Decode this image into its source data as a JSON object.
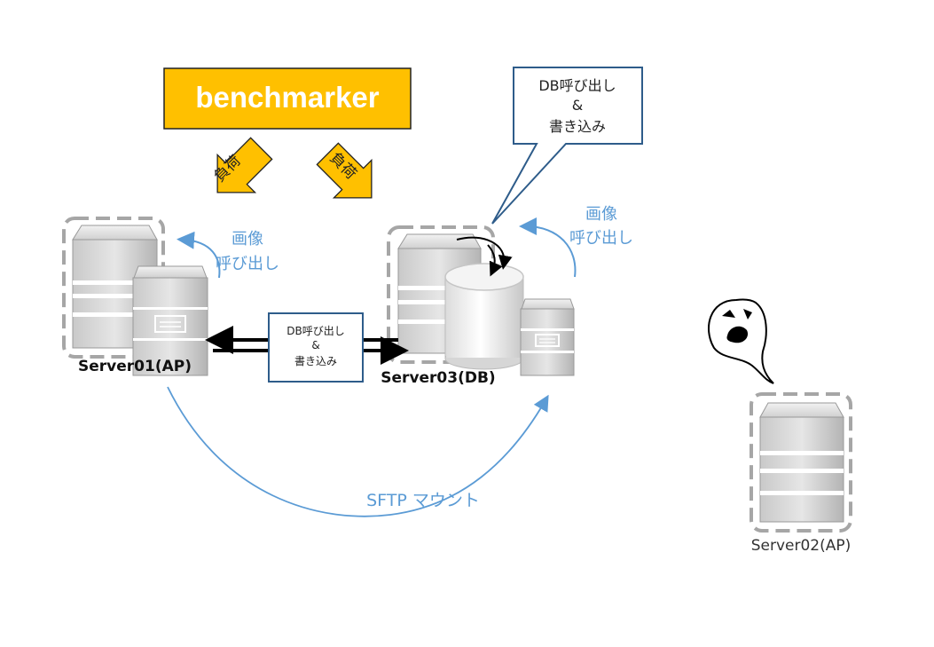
{
  "benchmarker": {
    "label": "benchmarker"
  },
  "load_arrows": {
    "left_label": "負荷",
    "right_label": "負荷"
  },
  "callout_db": {
    "line1": "DB呼び出し",
    "line2": "&",
    "line3": "書き込み"
  },
  "db_box": {
    "line1": "DB呼び出し",
    "line2": "&",
    "line3": "書き込み"
  },
  "image_call_left": {
    "line1": "画像",
    "line2": "呼び出し"
  },
  "image_call_right": {
    "line1": "画像",
    "line2": "呼び出し"
  },
  "servers": {
    "server01": "Server01(AP)",
    "server03": "Server03(DB)",
    "server02": "Server02(AP)"
  },
  "sftp": {
    "label": "SFTP マウント"
  },
  "colors": {
    "benchmarker_fill": "#FFC000",
    "annotation_blue": "#5B9BD5",
    "callout_border": "#2E5C8A",
    "dashed_border": "#A6A6A6"
  }
}
